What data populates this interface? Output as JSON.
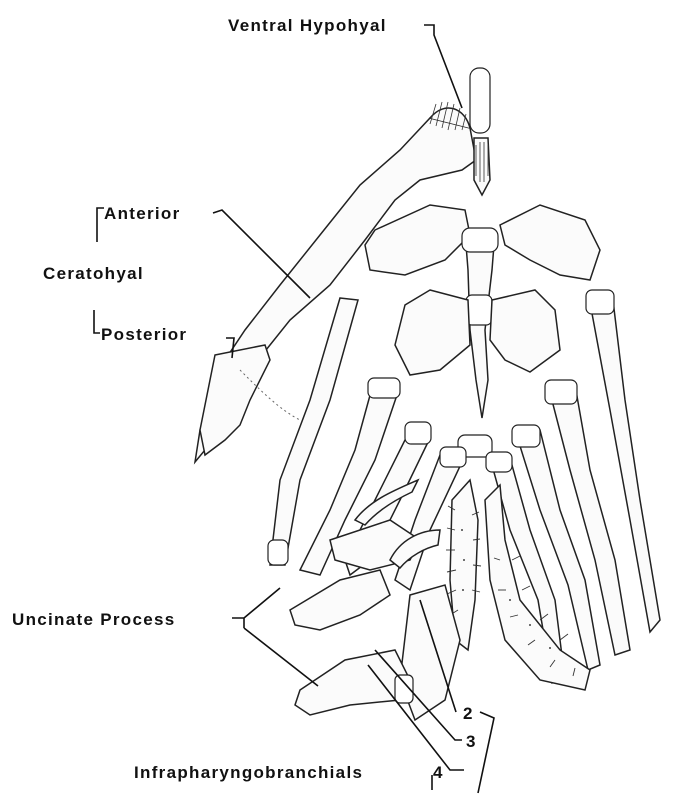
{
  "labels": {
    "ventral_hypohyal": "Ventral Hypohyal",
    "anterior": "Anterior",
    "ceratohyal": "Ceratohyal",
    "posterior": "Posterior",
    "uncinate_process": "Uncinate Process",
    "infrapharyngobranchials": "Infrapharyngobranchials",
    "num_2": "2",
    "num_3": "3",
    "num_4": "4"
  },
  "colors": {
    "ink": "#111111",
    "paper": "#ffffff"
  }
}
